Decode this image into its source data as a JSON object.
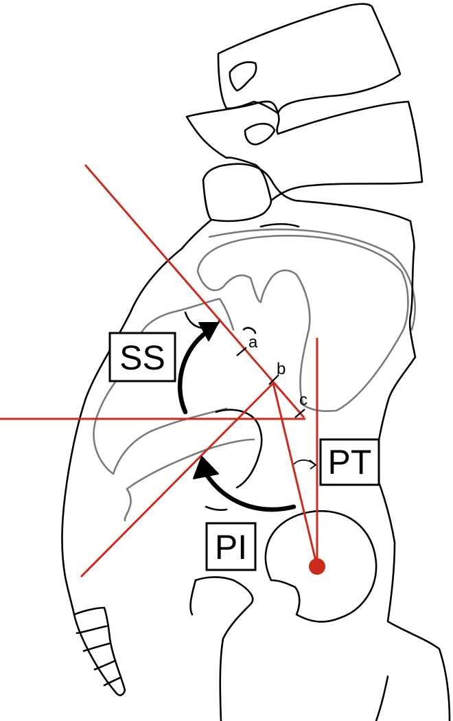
{
  "labels": {
    "ss": "SS",
    "pt": "PT",
    "pi": "PI"
  },
  "points": {
    "a": "a",
    "b": "b",
    "c": "c"
  },
  "colors": {
    "reference_lines": "#cc2a1a",
    "bone_outline": "#000000",
    "ilium_outline": "#7a7a7a",
    "angle_arrows": "#000000"
  }
}
